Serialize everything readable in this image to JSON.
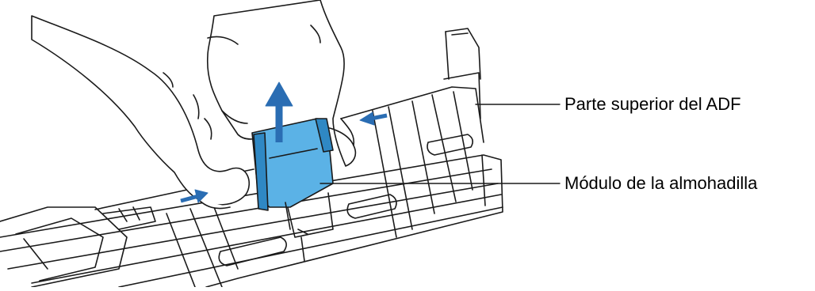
{
  "callouts": {
    "adf_top": "Parte superior del ADF",
    "pad_module": "Módulo de la almohadilla"
  },
  "illustration": {
    "subject": "hands removing pad module from scanner ADF",
    "icons": [
      "hand-left-icon",
      "hand-right-icon",
      "pad-module-icon",
      "arrow-up-icon",
      "arrow-right-icon",
      "arrow-left-icon"
    ]
  },
  "colors": {
    "line": "#1a1a1a",
    "pad_module": "#5bb2e6",
    "pad_module_dark": "#2f88c4",
    "arrow": "#2a6db3",
    "background": "#ffffff"
  }
}
